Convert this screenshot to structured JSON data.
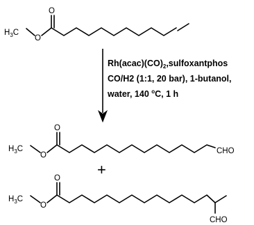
{
  "reactant": {
    "methyl_prefix": "H",
    "methyl_sub": "3",
    "methyl_suffix": "C",
    "carbonyl_o": "O"
  },
  "conditions": {
    "line1": "Rh(acac)(CO)",
    "line1_sub": "2",
    "line1_rest": ",sulfoxantphos",
    "line2": "CO/H2 (1:1, 20 bar), 1-butanol,",
    "line3_pre": "water, 140 ",
    "line3_sup": "o",
    "line3_post": "C, 1 h"
  },
  "product_linear": {
    "methyl_prefix": "H",
    "methyl_sub": "3",
    "methyl_suffix": "C",
    "carbonyl_o": "O",
    "aldehyde": "CHO"
  },
  "plus_sign": "+",
  "product_branched": {
    "methyl_prefix": "H",
    "methyl_sub": "3",
    "methyl_suffix": "C",
    "carbonyl_o": "O",
    "aldehyde": "CHO"
  }
}
